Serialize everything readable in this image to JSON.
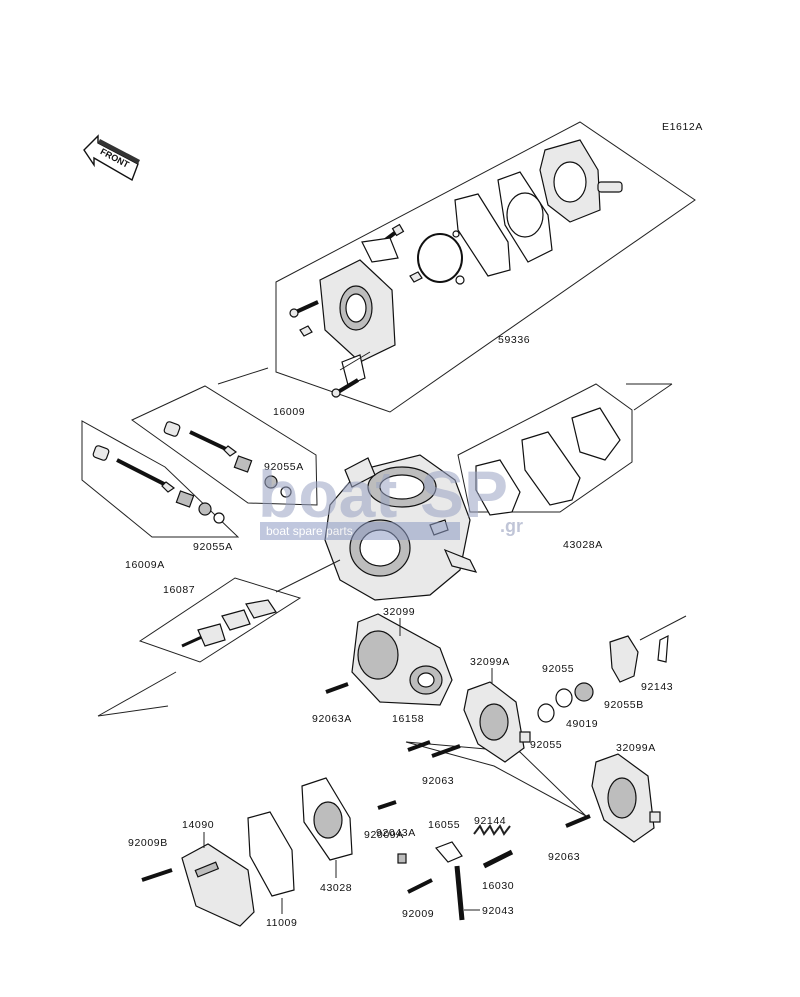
{
  "diagram_code": "E1612A",
  "front_arrow_label": "FRONT",
  "watermark": {
    "brand_left": "boat",
    "brand_right": "SP",
    "domain": ".gr",
    "tagline": "boat spare parts"
  },
  "callouts": {
    "c59336": "59336",
    "c16009": "16009",
    "c92055A_top": "92055A",
    "c16009A": "16009A",
    "c92055A_bottom": "92055A",
    "c43028A": "43028A",
    "c16087": "16087",
    "c32099": "32099",
    "c32099A_mid": "32099A",
    "c92055_top": "92055",
    "c49019": "49019",
    "c92055B": "92055B",
    "c92143": "92143",
    "c92063A": "92063A",
    "c16158": "16158",
    "c92055_mid": "92055",
    "c92063_mid": "92063",
    "c32099A_right": "32099A",
    "c92009A": "92009A",
    "c92144": "92144",
    "c14090": "14090",
    "c92009B": "92009B",
    "c92043A": "92043A",
    "c16055": "16055",
    "c43028": "43028",
    "c16030": "16030",
    "c92063_right": "92063",
    "c11009": "11009",
    "c92009": "92009",
    "c92043": "92043"
  }
}
